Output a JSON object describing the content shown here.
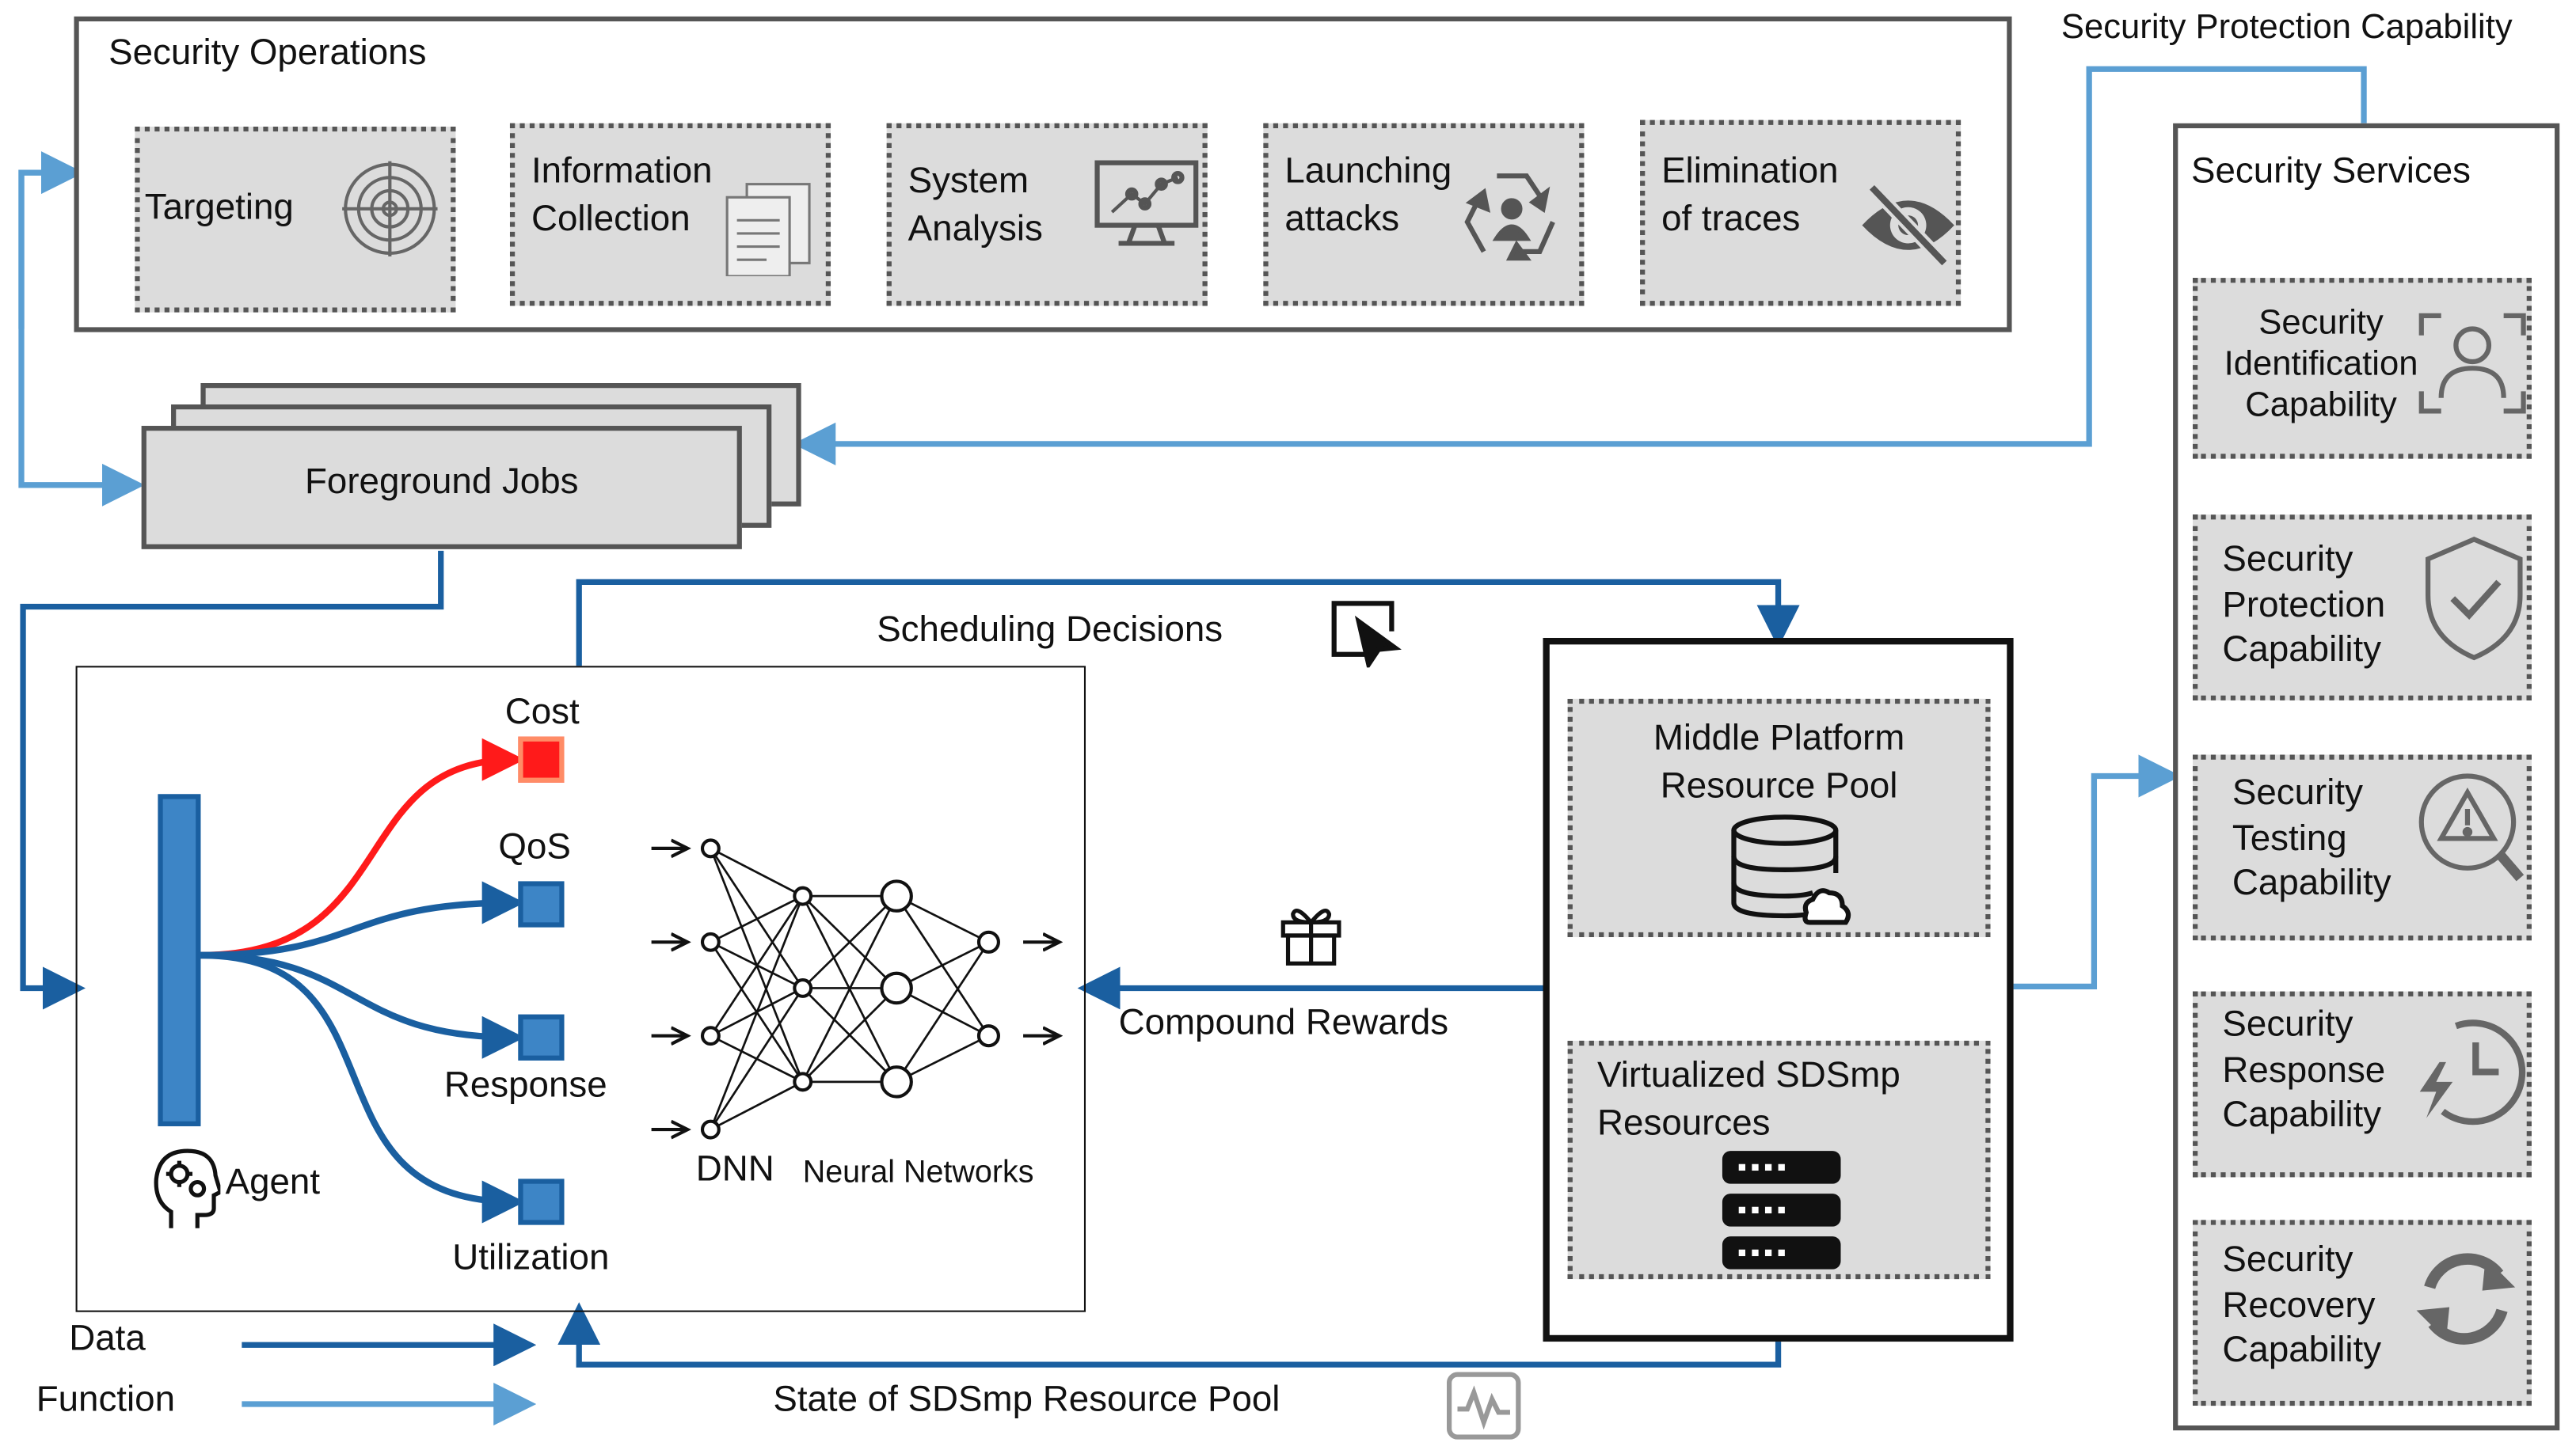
{
  "top_label": "Security Protection Capability",
  "security_operations": {
    "title": "Security Operations",
    "items": [
      {
        "label": "Targeting",
        "icon": "target-icon"
      },
      {
        "label": "Information\nCollection",
        "icon": "documents-icon"
      },
      {
        "label": "System\nAnalysis",
        "icon": "monitor-chart-icon"
      },
      {
        "label": "Launching\nattacks",
        "icon": "recycle-user-icon"
      },
      {
        "label": "Elimination\nof traces",
        "icon": "eye-slash-icon"
      }
    ]
  },
  "foreground_jobs": "Foreground Jobs",
  "security_services": {
    "title": "Security Services",
    "items": [
      {
        "label": "Security\nIdentification\nCapability",
        "icon": "user-scan-icon"
      },
      {
        "label": "Security\nProtection\nCapability",
        "icon": "shield-check-icon"
      },
      {
        "label": "Security\nTesting\nCapability",
        "icon": "warning-magnifier-icon"
      },
      {
        "label": "Security\nResponse\nCapability",
        "icon": "clock-bolt-icon"
      },
      {
        "label": "Security\nRecovery\nCapability",
        "icon": "refresh-icon"
      }
    ]
  },
  "scheduling_decisions": "Scheduling Decisions",
  "compound_rewards": "Compound Rewards",
  "state_label": "State of SDSmp Resource Pool",
  "resource_pool": {
    "middle_platform": "Middle Platform\nResource Pool",
    "virtualized": "Virtualized SDSmp\nResources"
  },
  "agent": {
    "label": "Agent",
    "outputs": [
      "Cost",
      "QoS",
      "Response",
      "Utilization"
    ]
  },
  "dnn": {
    "main": "DNN",
    "sub": "Neural Networks"
  },
  "legend": {
    "data": "Data",
    "function": "Function",
    "data_color": "#1a5fa0",
    "function_color": "#5b9fd3"
  },
  "colors": {
    "dark_blue": "#1a5fa0",
    "light_blue": "#5b9fd3",
    "cost_red": "#ff1a1a",
    "box_gray": "#dcdcdc",
    "border_gray": "#555555"
  }
}
